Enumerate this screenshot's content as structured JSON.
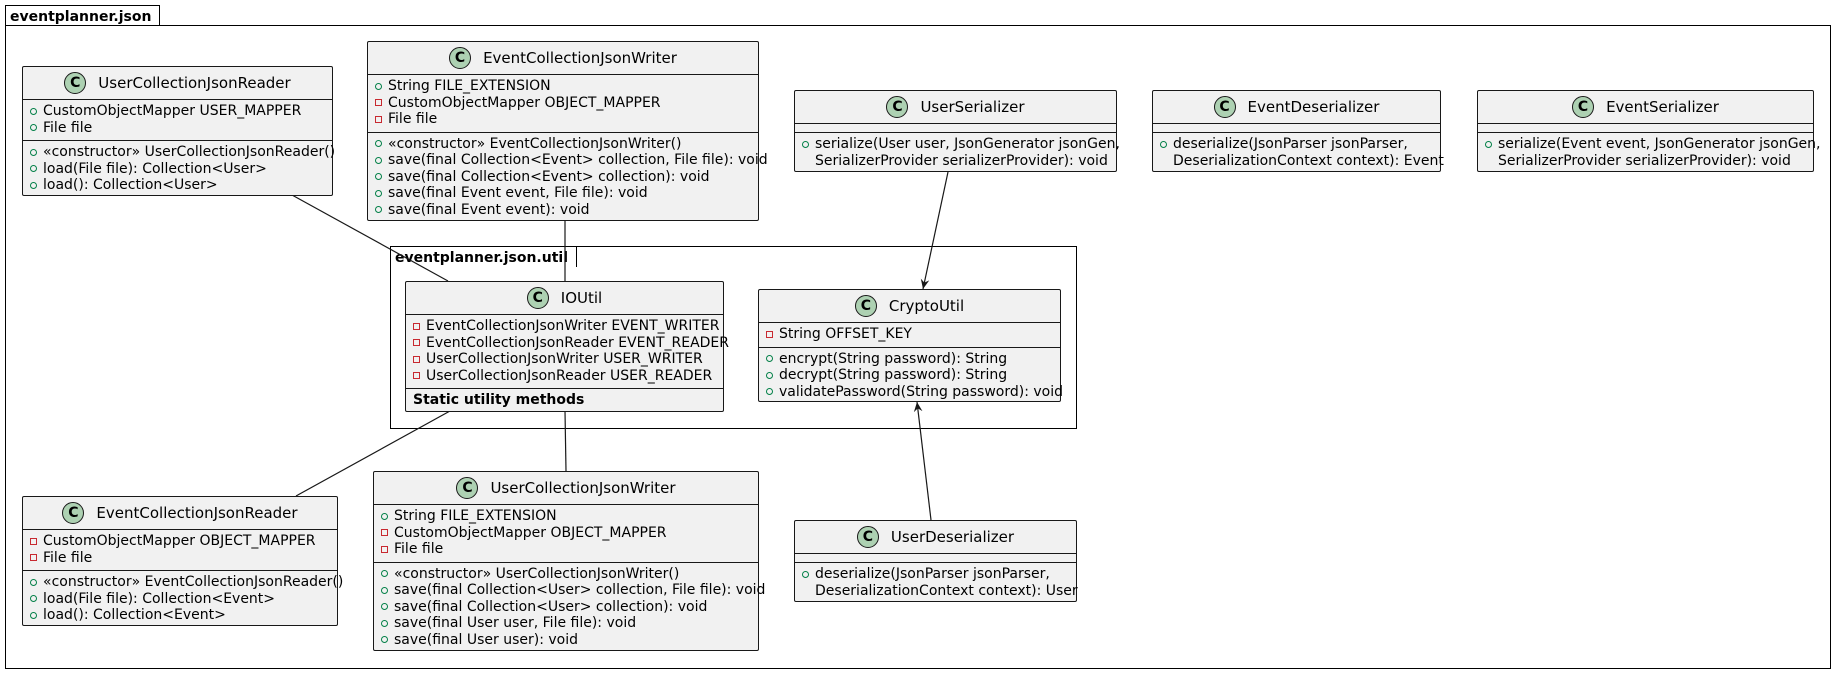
{
  "packages": {
    "outer": {
      "name": "eventplanner.json"
    },
    "inner": {
      "name": "eventplanner.json.util"
    }
  },
  "colors": {
    "class_fill": "#f1f1f1",
    "class_border": "#181818",
    "class_icon": "#add1b2",
    "public_marker": "#038048",
    "private_marker": "#c82930"
  },
  "classes": {
    "user_reader": {
      "name": "UserCollectionJsonReader",
      "icon": "C",
      "fields": [
        {
          "vis": "public",
          "text": "CustomObjectMapper USER_MAPPER"
        },
        {
          "vis": "public",
          "text": "File file"
        }
      ],
      "methods": [
        {
          "vis": "public",
          "text": "«constructor» UserCollectionJsonReader()"
        },
        {
          "vis": "public",
          "text": "load(File file): Collection<User>"
        },
        {
          "vis": "public",
          "text": "load(): Collection<User>"
        }
      ]
    },
    "event_writer": {
      "name": "EventCollectionJsonWriter",
      "icon": "C",
      "fields": [
        {
          "vis": "public",
          "text": "String FILE_EXTENSION"
        },
        {
          "vis": "private",
          "text": "CustomObjectMapper OBJECT_MAPPER"
        },
        {
          "vis": "private",
          "text": "File file"
        }
      ],
      "methods": [
        {
          "vis": "public",
          "text": "«constructor» EventCollectionJsonWriter()"
        },
        {
          "vis": "public",
          "text": "save(final Collection<Event> collection, File file): void"
        },
        {
          "vis": "public",
          "text": "save(final Collection<Event> collection): void"
        },
        {
          "vis": "public",
          "text": "save(final Event event, File file): void"
        },
        {
          "vis": "public",
          "text": "save(final Event event): void"
        }
      ]
    },
    "user_serializer": {
      "name": "UserSerializer",
      "icon": "C",
      "methods": [
        {
          "vis": "public",
          "text": "serialize(User user, JsonGenerator jsonGen,"
        },
        {
          "vis": "",
          "text": "SerializerProvider serializerProvider): void"
        }
      ]
    },
    "event_deserializer": {
      "name": "EventDeserializer",
      "icon": "C",
      "methods": [
        {
          "vis": "public",
          "text": "deserialize(JsonParser jsonParser,"
        },
        {
          "vis": "",
          "text": "DeserializationContext context): Event"
        }
      ]
    },
    "event_serializer": {
      "name": "EventSerializer",
      "icon": "C",
      "methods": [
        {
          "vis": "public",
          "text": "serialize(Event event, JsonGenerator jsonGen,"
        },
        {
          "vis": "",
          "text": "SerializerProvider serializerProvider): void"
        }
      ]
    },
    "ioutil": {
      "name": "IOUtil",
      "icon": "C",
      "fields": [
        {
          "vis": "private",
          "text": "EventCollectionJsonWriter EVENT_WRITER"
        },
        {
          "vis": "private",
          "text": "EventCollectionJsonReader EVENT_READER"
        },
        {
          "vis": "private",
          "text": "UserCollectionJsonWriter USER_WRITER"
        },
        {
          "vis": "private",
          "text": "UserCollectionJsonReader USER_READER"
        }
      ],
      "note": "Static utility methods"
    },
    "crypto": {
      "name": "CryptoUtil",
      "icon": "C",
      "fields": [
        {
          "vis": "private",
          "text": "String OFFSET_KEY"
        }
      ],
      "methods": [
        {
          "vis": "public",
          "text": "encrypt(String password): String"
        },
        {
          "vis": "public",
          "text": "decrypt(String password): String"
        },
        {
          "vis": "public",
          "text": "validatePassword(String password): void"
        }
      ]
    },
    "event_reader": {
      "name": "EventCollectionJsonReader",
      "icon": "C",
      "fields": [
        {
          "vis": "private",
          "text": "CustomObjectMapper OBJECT_MAPPER"
        },
        {
          "vis": "private",
          "text": "File file"
        }
      ],
      "methods": [
        {
          "vis": "public",
          "text": "«constructor» EventCollectionJsonReader()"
        },
        {
          "vis": "public",
          "text": "load(File file): Collection<Event>"
        },
        {
          "vis": "public",
          "text": "load(): Collection<Event>"
        }
      ]
    },
    "user_writer": {
      "name": "UserCollectionJsonWriter",
      "icon": "C",
      "fields": [
        {
          "vis": "public",
          "text": "String FILE_EXTENSION"
        },
        {
          "vis": "private",
          "text": "CustomObjectMapper OBJECT_MAPPER"
        },
        {
          "vis": "private",
          "text": "File file"
        }
      ],
      "methods": [
        {
          "vis": "public",
          "text": "«constructor» UserCollectionJsonWriter()"
        },
        {
          "vis": "public",
          "text": "save(final Collection<User> collection, File file): void"
        },
        {
          "vis": "public",
          "text": "save(final Collection<User> collection): void"
        },
        {
          "vis": "public",
          "text": "save(final User user, File file): void"
        },
        {
          "vis": "public",
          "text": "save(final User user): void"
        }
      ]
    },
    "user_deserializer": {
      "name": "UserDeserializer",
      "icon": "C",
      "methods": [
        {
          "vis": "public",
          "text": "deserialize(JsonParser jsonParser,"
        },
        {
          "vis": "",
          "text": "DeserializationContext context): User"
        }
      ]
    }
  }
}
